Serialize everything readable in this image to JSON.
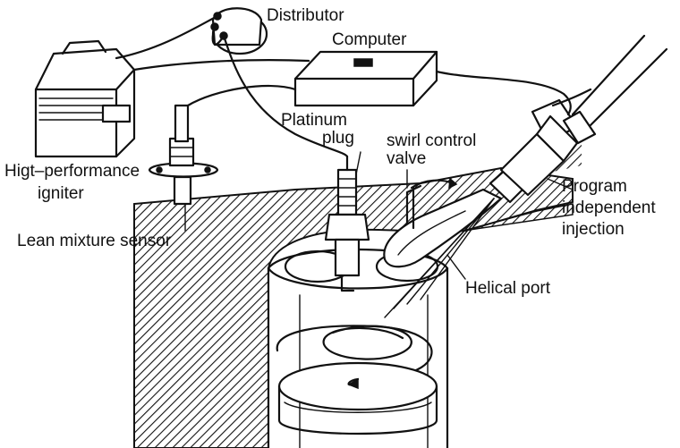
{
  "labels": {
    "distributor": "Distributor",
    "computer": "Computer",
    "platinum_plug_line1": "Platinum",
    "platinum_plug_line2": "plug",
    "swirl_line1": "swirl control",
    "swirl_line2": "valve",
    "igniter_line1": "Higt–performance",
    "igniter_line2": "igniter",
    "program_line1": "Program",
    "program_line2": "independent",
    "program_line3": "injection",
    "lean_sensor": "Lean mixture sensor",
    "helical_port": "Helical port"
  },
  "colors": {
    "ink": "#111111",
    "paper": "#ffffff"
  }
}
